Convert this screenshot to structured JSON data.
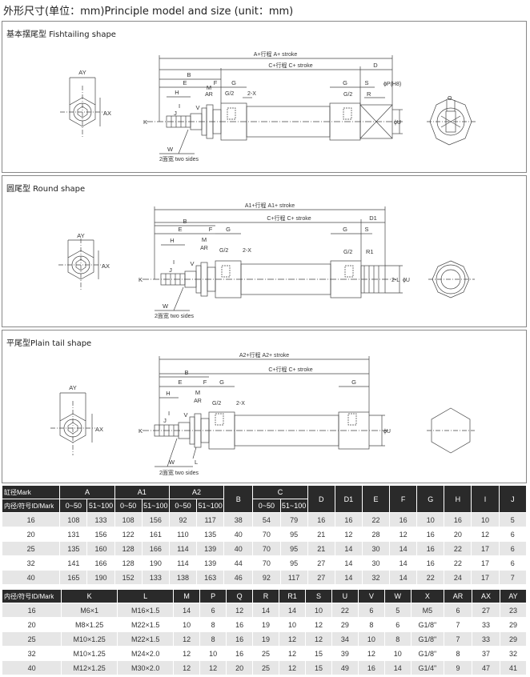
{
  "title": "外形尺寸(单位：mm)Principle model and size (unit：mm)",
  "panels": [
    {
      "title": "基本摆尾型 Fishtailing shape",
      "labels": {
        "total": "A+行程 A+ stroke",
        "c": "C+行程 C+ stroke",
        "B": "B",
        "D": "D",
        "E": "E",
        "F": "F",
        "G": "G",
        "G2": "G",
        "S": "S",
        "H": "H",
        "I": "I",
        "J": "J",
        "M": "M",
        "AR": "AR",
        "V": "V",
        "K": "K",
        "W": "W",
        "two_sides": "2面宽 two sides",
        "G_half": "G/2",
        "G_half2": "G/2",
        "twoX": "2-X",
        "R": "R",
        "P": "ϕP(H8)",
        "U": "ϕU",
        "AY": "AY",
        "AX": "AX",
        "O": "O"
      }
    },
    {
      "title": "圆尾型 Round shape",
      "labels": {
        "total": "A1+行程 A1+ stroke",
        "c": "C+行程 C+ stroke",
        "B": "B",
        "D": "D1",
        "E": "E",
        "F": "F",
        "G": "G",
        "G2": "G",
        "S": "S",
        "H": "H",
        "I": "I",
        "J": "J",
        "M": "M",
        "AR": "AR",
        "V": "V",
        "K": "K",
        "W": "W",
        "two_sides": "2面宽 two sides",
        "G_half": "G/2",
        "G_half2": "G/2",
        "twoX": "2-X",
        "R": "R1",
        "L": "2-L",
        "U": "ϕU",
        "AY": "AY",
        "AX": "AX"
      }
    },
    {
      "title": "平尾型Plain tail shape",
      "labels": {
        "total": "A2+行程 A2+ stroke",
        "c": "C+行程 C+ stroke",
        "B": "B",
        "E": "E",
        "F": "F",
        "G": "G",
        "G2": "G",
        "H": "H",
        "I": "I",
        "J": "J",
        "M": "M",
        "AR": "AR",
        "V": "V",
        "K": "K",
        "W": "W",
        "L": "L",
        "two_sides": "2面宽 two sides",
        "G_half": "G/2",
        "twoX": "2-X",
        "U": "ϕU",
        "AY": "AY",
        "AX": "AX"
      }
    }
  ],
  "table1": {
    "header_top": [
      "缸径Mark",
      "A",
      "A1",
      "A2",
      "B",
      "C",
      "D",
      "D1",
      "E",
      "F",
      "G",
      "H",
      "I",
      "J"
    ],
    "header_sub": [
      "内径/符号ID/Mark",
      "0~50",
      "51~100",
      "0~50",
      "51~100",
      "0~50",
      "51~100",
      "0~50",
      "51~100"
    ],
    "rows": [
      [
        "16",
        "108",
        "133",
        "108",
        "156",
        "92",
        "117",
        "38",
        "54",
        "79",
        "16",
        "16",
        "22",
        "16",
        "10",
        "16",
        "10",
        "5"
      ],
      [
        "20",
        "131",
        "156",
        "122",
        "161",
        "110",
        "135",
        "40",
        "70",
        "95",
        "21",
        "12",
        "28",
        "12",
        "16",
        "20",
        "12",
        "6"
      ],
      [
        "25",
        "135",
        "160",
        "128",
        "166",
        "114",
        "139",
        "40",
        "70",
        "95",
        "21",
        "14",
        "30",
        "14",
        "16",
        "22",
        "17",
        "6"
      ],
      [
        "32",
        "141",
        "166",
        "128",
        "190",
        "114",
        "139",
        "44",
        "70",
        "95",
        "27",
        "14",
        "30",
        "14",
        "16",
        "22",
        "17",
        "6"
      ],
      [
        "40",
        "165",
        "190",
        "152",
        "133",
        "138",
        "163",
        "46",
        "92",
        "117",
        "27",
        "14",
        "32",
        "14",
        "22",
        "24",
        "17",
        "7"
      ]
    ]
  },
  "table2": {
    "header": [
      "内径/符号ID/Mark",
      "K",
      "L",
      "M",
      "P",
      "Q",
      "R",
      "R1",
      "S",
      "U",
      "V",
      "W",
      "X",
      "AR",
      "AX",
      "AY"
    ],
    "rows": [
      [
        "16",
        "M6×1",
        "M16×1.5",
        "14",
        "6",
        "12",
        "14",
        "14",
        "10",
        "22",
        "6",
        "5",
        "M5",
        "6",
        "27",
        "23"
      ],
      [
        "20",
        "M8×1.25",
        "M22×1.5",
        "10",
        "8",
        "16",
        "19",
        "10",
        "12",
        "29",
        "8",
        "6",
        "G1/8\"",
        "7",
        "33",
        "29"
      ],
      [
        "25",
        "M10×1.25",
        "M22×1.5",
        "12",
        "8",
        "16",
        "19",
        "12",
        "12",
        "34",
        "10",
        "8",
        "G1/8\"",
        "7",
        "33",
        "29"
      ],
      [
        "32",
        "M10×1.25",
        "M24×2.0",
        "12",
        "10",
        "16",
        "25",
        "12",
        "15",
        "39",
        "12",
        "10",
        "G1/8\"",
        "8",
        "37",
        "32"
      ],
      [
        "40",
        "M12×1.25",
        "M30×2.0",
        "12",
        "12",
        "20",
        "25",
        "12",
        "15",
        "49",
        "16",
        "14",
        "G1/4\"",
        "9",
        "47",
        "41"
      ]
    ]
  }
}
